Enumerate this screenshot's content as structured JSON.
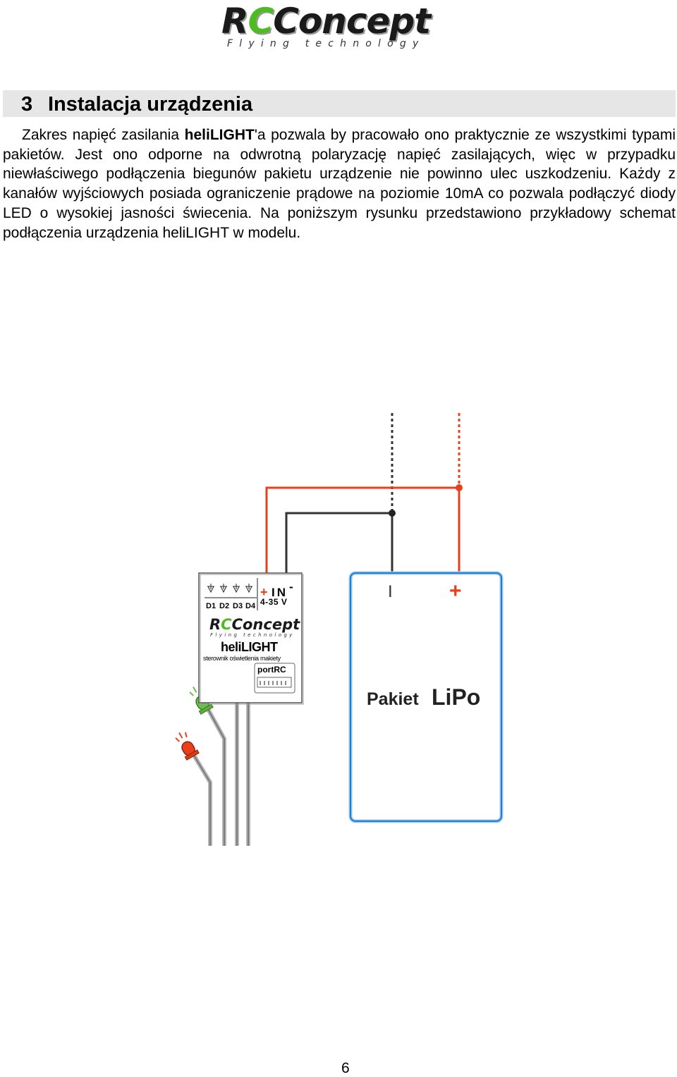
{
  "header": {
    "logo_r": "R",
    "logo_c": "C",
    "logo_word": "Concept",
    "logo_tagline": "Flying technology"
  },
  "section": {
    "number": "3",
    "title": "Instalacja urządzenia"
  },
  "paragraph": {
    "part1": "Zakres napięć zasilania ",
    "bold": "heliLIGHT",
    "part2": "'a pozwala by pracowało ono praktycznie ze wszystkimi typami pakietów. Jest ono odporne na odwrotną polaryzację napięć zasilających, więc w przypadku niewłaściwego podłączenia biegunów pakietu urządzenie nie powinno ulec uszkodzeniu. Każdy z kanałów wyjściowych posiada ograniczenie prądowe na poziomie 10mA co pozwala podłączyć diody LED o wysokiej jasności świecenia. Na poniższym rysunku przedstawiono przykładowy schemat podłączenia urządzenia heliLIGHT w modelu."
  },
  "device": {
    "channels": [
      "D1",
      "D2",
      "D3",
      "D4"
    ],
    "plus": "+",
    "in_label": "IN",
    "minus": "-",
    "voltage": "4-35  V",
    "logo_r": "R",
    "logo_c": "C",
    "logo_word": "Concept",
    "logo_tagline": "Flying technology",
    "product_name": "heliLIGHT",
    "description": "sterownik oświetlenia makiety",
    "port_label_a": "port",
    "port_label_b": "RC"
  },
  "battery": {
    "minus": "I",
    "plus": "+",
    "label_a": "Pakiet",
    "label_b": "LiPo"
  },
  "colors": {
    "led_white": "#e8e8e8",
    "led_yellow": "#f2e21a",
    "led_green": "#6cc04a",
    "led_red": "#e8401a",
    "wire": "#9a9a9a",
    "red_wire": "#e8401a",
    "battery_border": "#1e7fd0",
    "logo_green": "#4dbb22"
  },
  "page": {
    "number": "6"
  }
}
